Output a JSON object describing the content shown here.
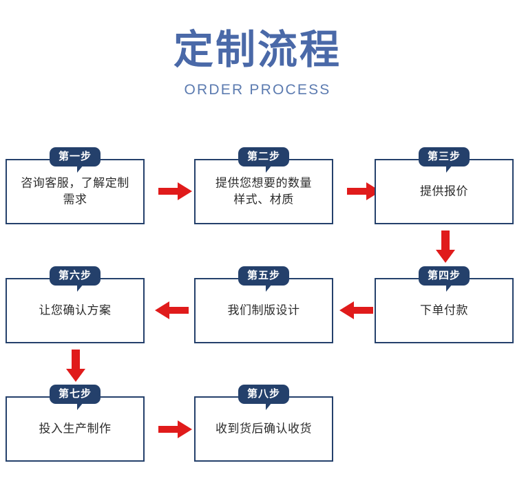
{
  "header": {
    "title": "定制流程",
    "subtitle": "ORDER PROCESS"
  },
  "colors": {
    "title": "#4a69a8",
    "subtitle": "#5c7bb0",
    "box_border": "#24406b",
    "badge_bg": "#24406b",
    "badge_text": "#ffffff",
    "arrow": "#e01b1b",
    "background": "#ffffff"
  },
  "steps": [
    {
      "badge": "第一步",
      "label": "咨询客服，了解定制\n需求"
    },
    {
      "badge": "第二步",
      "label": "提供您想要的数量\n样式、材质"
    },
    {
      "badge": "第三步",
      "label": "提供报价"
    },
    {
      "badge": "第四步",
      "label": "下单付款"
    },
    {
      "badge": "第五步",
      "label": "我们制版设计"
    },
    {
      "badge": "第六步",
      "label": "让您确认方案"
    },
    {
      "badge": "第七步",
      "label": "投入生产制作"
    },
    {
      "badge": "第八步",
      "label": "收到货后确认收货"
    }
  ],
  "arrows": [
    {
      "name": "arrow-step1-to-step2",
      "direction": "right"
    },
    {
      "name": "arrow-step2-to-step3",
      "direction": "right"
    },
    {
      "name": "arrow-step3-to-step4",
      "direction": "down"
    },
    {
      "name": "arrow-step4-to-step5",
      "direction": "left"
    },
    {
      "name": "arrow-step5-to-step6",
      "direction": "left"
    },
    {
      "name": "arrow-step6-to-step7",
      "direction": "down"
    },
    {
      "name": "arrow-step7-to-step8",
      "direction": "right"
    }
  ]
}
